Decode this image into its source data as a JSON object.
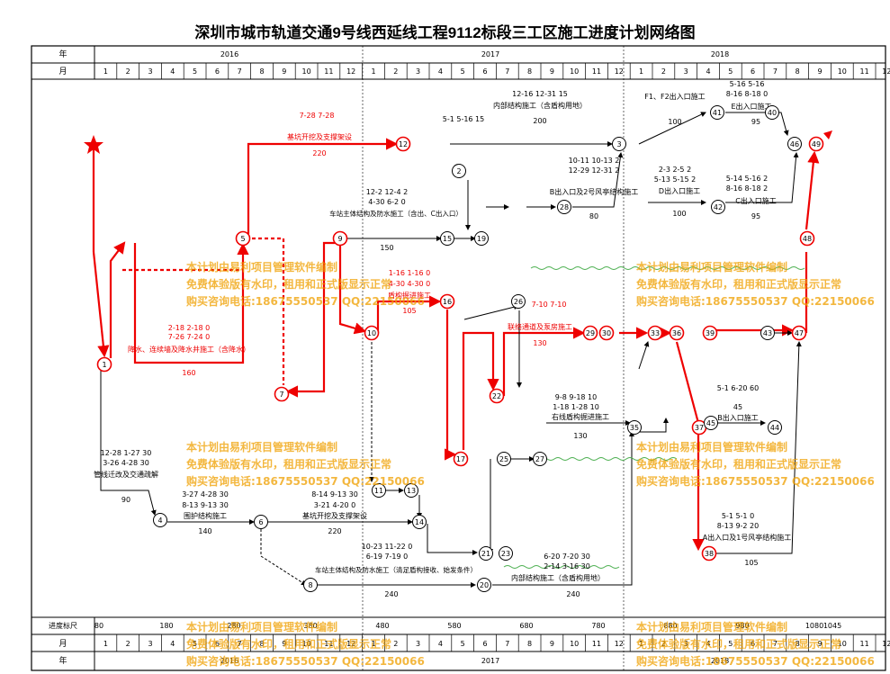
{
  "title": "深圳市城市轨道交通9号线西延线工程9112标段三工区施工进度计划网络图",
  "header": {
    "year_label": "年",
    "month_label": "月",
    "years": [
      "2016",
      "2017",
      "2018"
    ],
    "months": [
      "1",
      "2",
      "3",
      "4",
      "5",
      "6",
      "7",
      "8",
      "9",
      "10",
      "11",
      "12",
      "1",
      "2",
      "3",
      "4",
      "5",
      "6",
      "7",
      "8",
      "9",
      "10",
      "11",
      "12",
      "1",
      "2",
      "3",
      "4",
      "5",
      "6",
      "7",
      "8",
      "9",
      "10",
      "11",
      "12"
    ]
  },
  "footer": {
    "scale_label": "进度标尺",
    "scale_ticks": [
      "80",
      "180",
      "280",
      "380",
      "480",
      "580",
      "680",
      "780",
      "880",
      "980",
      "1080",
      "1045"
    ]
  },
  "watermark": {
    "line1": "本计划由易利项目管理软件编制",
    "line2": "免费体验版有水印，租用和正式版显示正常",
    "line3": "购买咨询电话:18675550537 QQ:22150066"
  },
  "nodes": [
    "1",
    "2",
    "3",
    "4",
    "5",
    "6",
    "7",
    "8",
    "9",
    "10",
    "11",
    "12",
    "13",
    "14",
    "15",
    "16",
    "17",
    "19",
    "20",
    "21",
    "22",
    "23",
    "25",
    "26",
    "27",
    "28",
    "29",
    "30",
    "33",
    "35",
    "36",
    "37",
    "38",
    "39",
    "40",
    "41",
    "42",
    "43",
    "44",
    "45",
    "46",
    "47",
    "48",
    "49"
  ],
  "activities": [
    {
      "name": "基坑开挖及支撑架设",
      "dur": "220",
      "d1": "7-28 7-28",
      "d2": "",
      "color": "red"
    },
    {
      "name": "降水、连续墙及降水井施工（含降水）",
      "dur": "160",
      "d1": "2-18 2-18 0",
      "d2": "7-26 7-24 0",
      "color": "red"
    },
    {
      "name": "管线迁改及交通疏解",
      "dur": "90",
      "d1": "12-28 1-27 30",
      "d2": "3-26 4-28 30",
      "color": "black"
    },
    {
      "name": "围护结构施工",
      "dur": "140",
      "d1": "3-27 4-28 30",
      "d2": "8-13 9-13 30",
      "color": "black"
    },
    {
      "name": "基坑开挖及支撑架设",
      "dur": "220",
      "d1": "8-14 9-13 30",
      "d2": "3-21 4-20 0",
      "color": "black"
    },
    {
      "name": "车站主体结构及防水施工（清足盾构接收、始发条件）",
      "dur": "240",
      "d1": "10-23 11-22 0",
      "d2": "6-19 7-19 0",
      "color": "black"
    },
    {
      "name": "内部结构施工（含盾构用地）",
      "dur": "240",
      "d1": "6-20 7-20 30",
      "d2": "2-14 3-16 30",
      "color": "black"
    },
    {
      "name": "盾构掘进施工",
      "dur": "105",
      "d1": "1-16 1-16 0",
      "d2": "4-30 4-30 0",
      "color": "red"
    },
    {
      "name": "车站主体结构及防水施工（含出、C出入口）",
      "dur": "150",
      "d1": "12-2 12-4 2",
      "d2": "4-30 6-2 0",
      "color": "black"
    },
    {
      "name": "联络通道及泵房施工",
      "dur": "130",
      "d1": "7-10 7-10",
      "d2": "",
      "color": "red"
    },
    {
      "name": "右线盾构掘进施工",
      "dur": "130",
      "d1": "9-8 9-18 10",
      "d2": "1-18 1-28 10",
      "color": "black"
    },
    {
      "name": "内部结构施工（含盾构用地）",
      "dur": "200",
      "d1": "5-1 5-16 15",
      "d2": "12-16 12-31 15",
      "color": "black"
    },
    {
      "name": "B出入口及2号风亭结构施工",
      "dur": "80",
      "d1": "10-11 10-13 2",
      "d2": "12-29 12-31 2",
      "color": "black"
    },
    {
      "name": "D出入口施工",
      "dur": "100",
      "d1": "2-3 2-5 2",
      "d2": "5-13 5-15 2",
      "color": "black"
    },
    {
      "name": "C出入口施工",
      "dur": "95",
      "d1": "5-14 5-16 2",
      "d2": "8-16 8-18 2",
      "color": "black"
    },
    {
      "name": "E出入口施工",
      "dur": "95",
      "d1": "5-16 5-16",
      "d2": "8-16 8-18 0",
      "color": "black"
    },
    {
      "name": "A出入口及1号风亭结构施工",
      "dur": "105",
      "d1": "5-1 5-1 0",
      "d2": "8-13 9-2 20",
      "color": "black"
    },
    {
      "name": "B出入口施工",
      "dur": "45",
      "d1": "5-1 6-20 60",
      "d2": "",
      "color": "black"
    },
    {
      "name": "F1、F2出入口施工",
      "dur": "100",
      "d1": "",
      "d2": "",
      "color": "black"
    }
  ]
}
